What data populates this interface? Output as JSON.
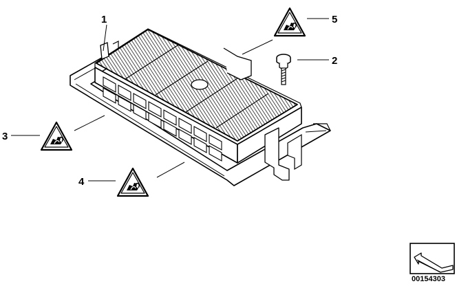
{
  "diagram": {
    "callouts": [
      {
        "id": "1",
        "label": "1"
      },
      {
        "id": "2",
        "label": "2"
      },
      {
        "id": "3",
        "label": "3"
      },
      {
        "id": "4",
        "label": "4"
      },
      {
        "id": "5",
        "label": "5"
      }
    ],
    "part_number": "00154303",
    "icons": [
      "warning-triangle-icon",
      "cable-plug-icon",
      "arrow-stamp-icon",
      "screw-icon"
    ]
  }
}
